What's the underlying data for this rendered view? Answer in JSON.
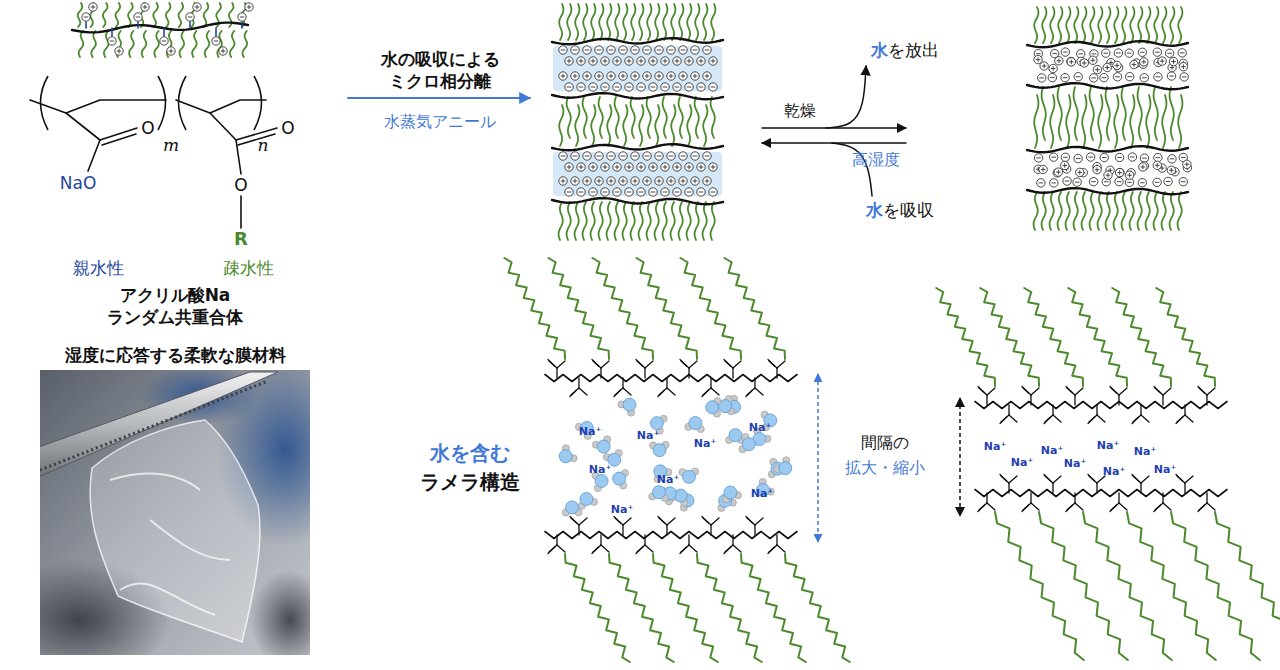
{
  "diagram": {
    "nodes": [
      {
        "text": [
          "湿度に応答する柔軟な膜材料"
        ]
      }
    ],
    "labels": [
      "NaO",
      "O",
      "m",
      "O",
      "O",
      "R",
      "n",
      "親水性",
      "疎水性",
      "アクリル酸Na ランダム共重合体",
      "水の吸収による ミクロ相分離",
      "水蒸気アニール",
      "水を放出",
      "乾燥",
      "高湿度",
      "水を吸収",
      "水を含む",
      "ラメラ構造",
      "間隔の",
      "拡大・縮小",
      "Na⁺",
      "Na⁺",
      "Na⁺",
      "Na⁺",
      "Na⁺",
      "Na⁺",
      "Na⁺",
      "Na⁺",
      "Na⁺",
      "Na⁺",
      "Na⁺",
      "Na⁺",
      "Na⁺",
      "Na⁺",
      "Na⁺",
      "Na⁺"
    ]
  }
}
